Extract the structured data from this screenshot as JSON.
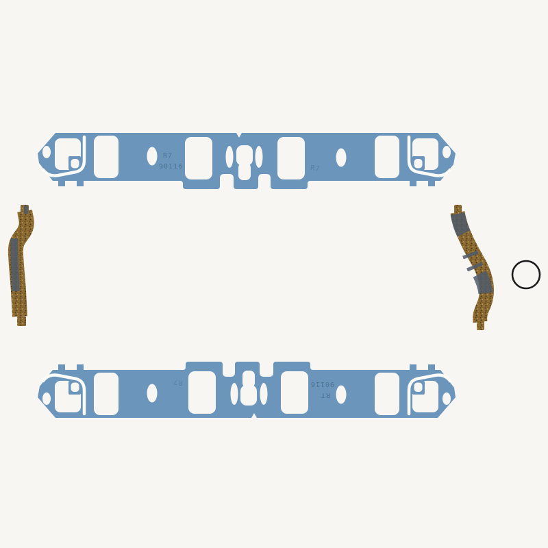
{
  "colors": {
    "background": "#f7f6f3",
    "gasket_blue": "#6b95ba",
    "bead_white": "#fbfbf8",
    "cork_base": "#8a6a33",
    "cork_dark_band": "#4d5a68",
    "o_ring_black": "#1c1c1c",
    "stamp_ink": "#3d5f7e"
  },
  "gaskets": {
    "top": {
      "stamp_code": "R7",
      "stamp_part": "90116",
      "stamp_side": "R7"
    },
    "bottom": {
      "stamp_code": "RT",
      "stamp_part": "90116",
      "stamp_side": "R7"
    }
  }
}
